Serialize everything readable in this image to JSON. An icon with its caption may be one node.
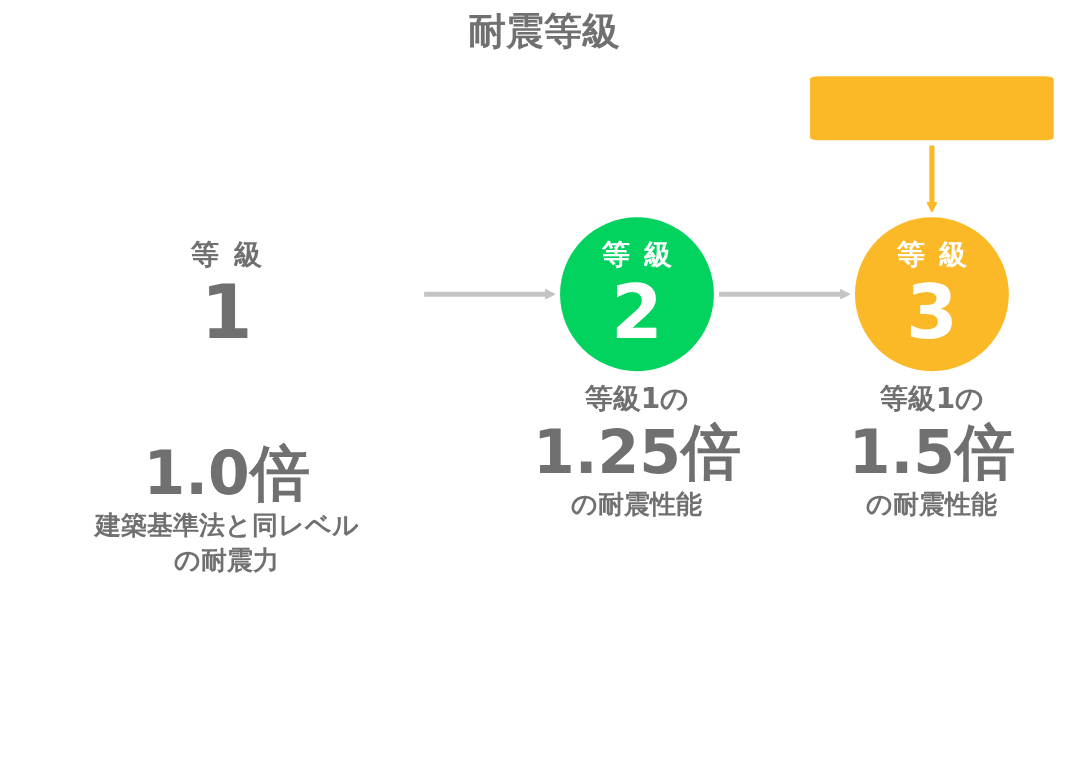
{
  "diagram": {
    "title": "耐震等級",
    "nodes": [
      {
        "text": [
          "等級",
          "1"
        ],
        "beside": [
          "1.0倍",
          "建築基準法と同レベルの耐震力"
        ]
      },
      {
        "text": [
          "等級",
          "2"
        ],
        "beside": [
          "等級1の",
          "1.25倍",
          "の耐震性能"
        ]
      },
      {
        "text": [
          "等級",
          "3"
        ],
        "beside": [
          "等級1の",
          "1.5倍",
          "の耐震性能"
        ]
      },
      {
        "text": [],
        "shape": "callout"
      }
    ],
    "edges": [
      {
        "from": 0,
        "to": 1,
        "arrow": "to"
      },
      {
        "from": 1,
        "to": 2,
        "arrow": "to"
      },
      {
        "from": 3,
        "to": 2,
        "arrow": "to",
        "color": "#fbb928"
      }
    ]
  }
}
